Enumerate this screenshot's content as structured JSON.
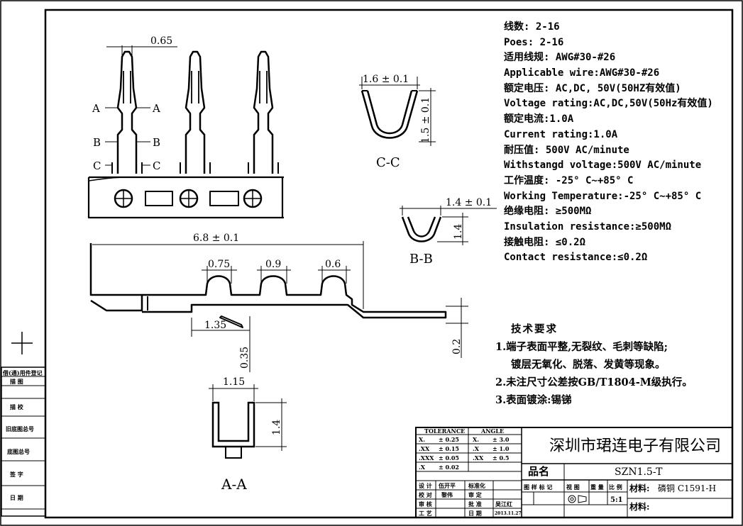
{
  "specs": [
    "线数: 2-16",
    "Poes: 2-16",
    "适用线规: AWG#30-#26",
    "Applicable wire:AWG#30-#26",
    "额定电压: AC,DC, 50V(50HZ有效值)",
    "Voltage rating:AC,DC,50V(50Hz有效值)",
    "额定电流:1.0A",
    "Current rating:1.0A",
    "耐压值: 500V AC/minute",
    "Withstangd voltage:500V AC/minute",
    "工作温度: -25° C~+85° C",
    "Working Temperature:-25° C~+85° C",
    "绝缘电阻: ≥500MΩ",
    "Insulation resistance:≥500MΩ",
    "接触电阻: ≤0.2Ω",
    "Contact resistance:≤0.2Ω"
  ],
  "requirements": {
    "title": "技术要求",
    "items": [
      "1.端子表面平整,无裂纹、毛刺等缺陷;",
      "镀层无氧化、脱落、发黄等现象。",
      "2.未注尺寸公差按GB/T1804-M级执行。",
      "3.表面镀涂:锡锑"
    ]
  },
  "dims": {
    "top_pitch": "0.65",
    "overall": "6.8 ± 0.1",
    "d075": "0.75",
    "d09": "0.9",
    "d06": "0.6",
    "d135": "1.35",
    "d035": "0.35",
    "d02": "0.2",
    "cc_w": "1.6 ± 0.1",
    "cc_h": "1.5 ± 0.1",
    "bb_w": "1.4 ± 0.1",
    "bb_h": "1.4",
    "aa_w": "1.15",
    "aa_h": "1.4"
  },
  "section_marks": {
    "a": "A",
    "b": "B",
    "c": "C"
  },
  "views": {
    "cc": "C-C",
    "bb": "B-B",
    "aa": "A-A"
  },
  "left_stamp": [
    "借(通)用件登记",
    "描    图",
    "描    校",
    "旧底图总号",
    "底图总号",
    "签    字",
    "日    期"
  ],
  "title_block": {
    "tol_h": "TOLERANCE",
    "ang_h": "ANGLE",
    "tol_rows": [
      [
        "X.",
        "± 0.25",
        "X.",
        "± 3.0"
      ],
      [
        ".XX",
        "± 0.15",
        ".X",
        "± 1.0"
      ],
      [
        ".XXX",
        "± 0.05",
        ".XX",
        "± 0.5"
      ],
      [
        ".X",
        "± 0.02",
        "",
        ""
      ]
    ],
    "company": "深圳市珺连电子有限公司",
    "pname_label": "品名",
    "pname": "SZN1.5-T",
    "sign_rows": [
      [
        "设 计",
        "伍开平",
        "标准化",
        ""
      ],
      [
        "校 对",
        "黎伟",
        "审 定",
        ""
      ],
      [
        "审 核",
        "",
        "批 准",
        "吴江红"
      ],
      [
        "工 艺",
        "",
        "日 期",
        "2013.11.27"
      ]
    ],
    "labels": [
      "图 样 标 记",
      "视 图",
      "重 量",
      "比 例"
    ],
    "scale": "5:1",
    "mat_label": "材料:",
    "mat": "磷铜 C1591-H",
    "mat2_label": "材料:"
  }
}
